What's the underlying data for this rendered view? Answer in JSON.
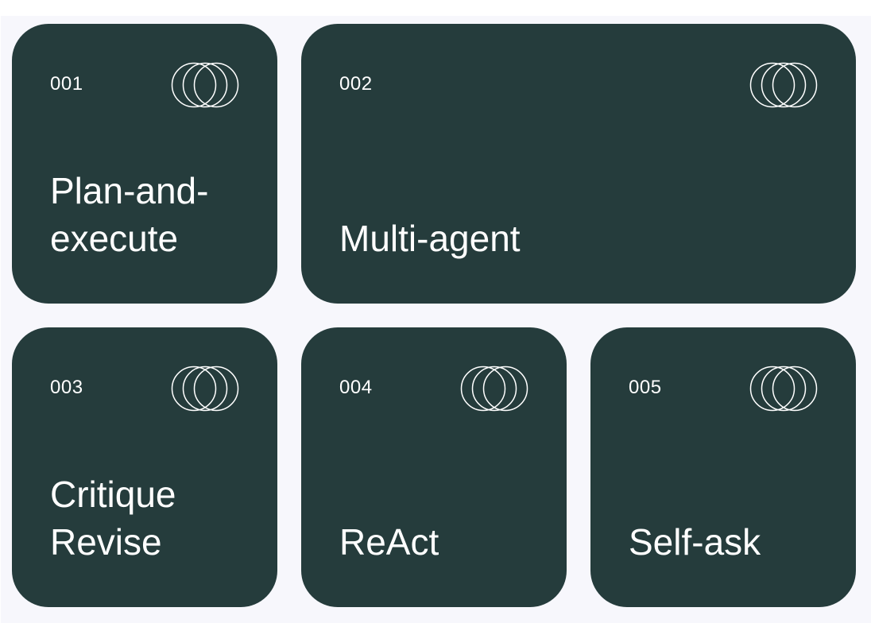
{
  "colors": {
    "card": "#253c3c",
    "background": "#f7f7fc",
    "text": "#ffffff"
  },
  "cards": [
    {
      "number": "001",
      "title": "Plan-and-\nexecute",
      "icon": "overlapping-circles-icon"
    },
    {
      "number": "002",
      "title": "Multi-agent",
      "icon": "overlapping-circles-icon"
    },
    {
      "number": "003",
      "title": "Critique\nRevise",
      "icon": "overlapping-circles-icon"
    },
    {
      "number": "004",
      "title": "ReAct",
      "icon": "overlapping-circles-icon"
    },
    {
      "number": "005",
      "title": "Self-ask",
      "icon": "overlapping-circles-icon"
    }
  ]
}
